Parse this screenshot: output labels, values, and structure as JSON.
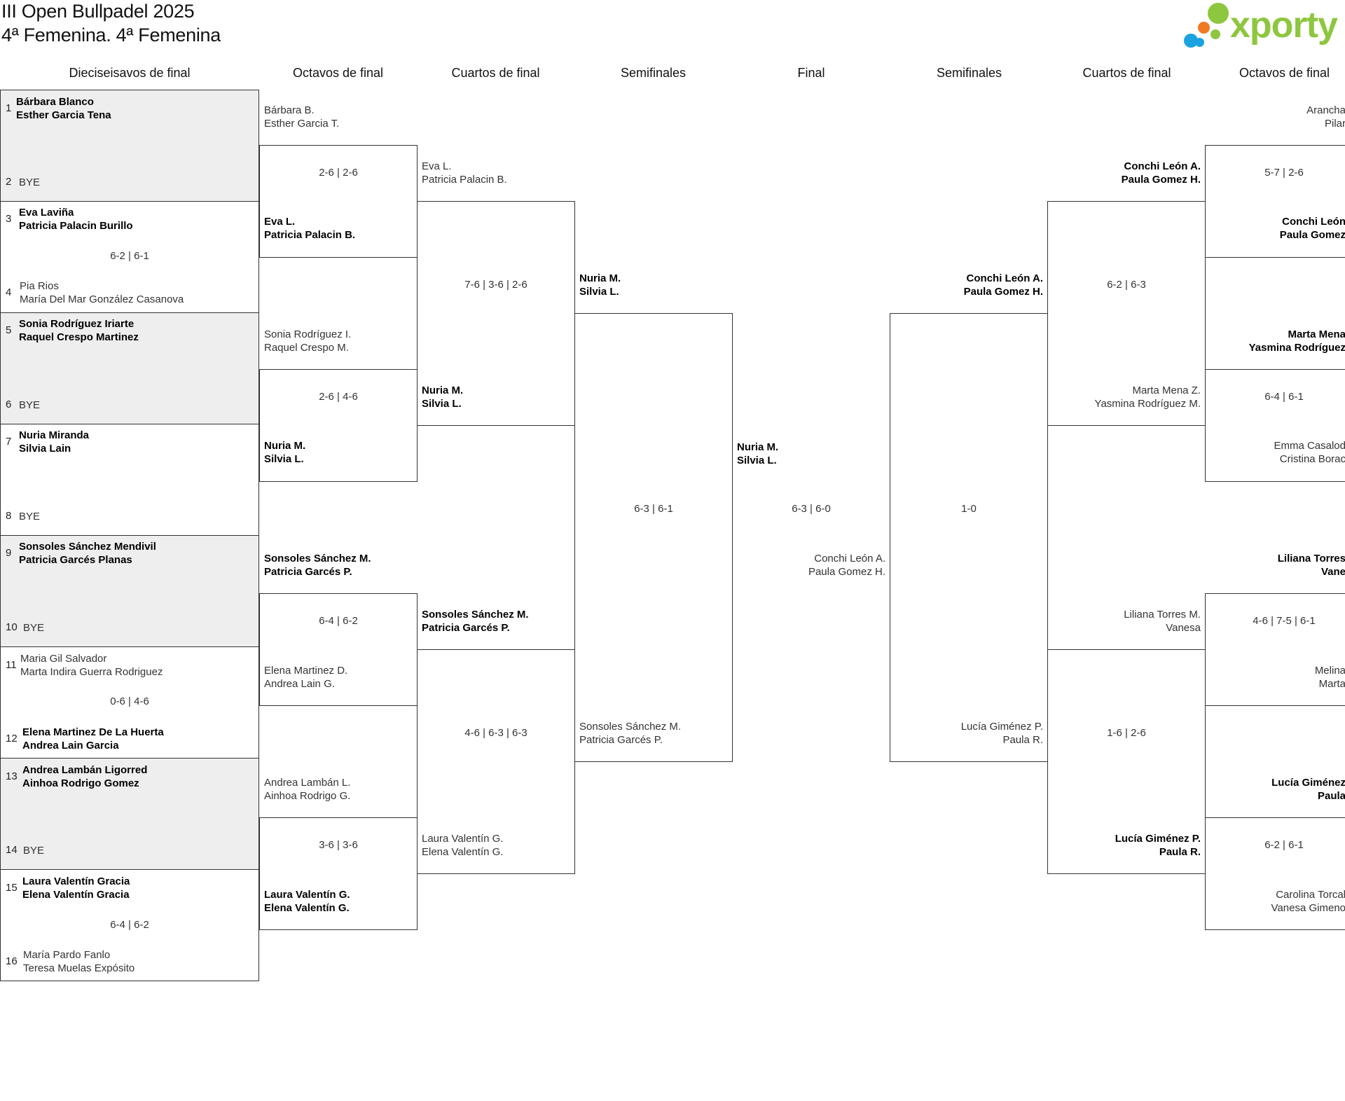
{
  "header": {
    "title": "III Open Bullpadel 2025",
    "subtitle": "4ª Femenina. 4ª Femenina",
    "logo_text": "xporty",
    "logo_colors": {
      "green": "#8dc63f",
      "blue": "#1aa3e0",
      "orange": "#f07a22"
    }
  },
  "rounds": {
    "r16": "Dieciseisavos de final",
    "r8": "Octavos de final",
    "qf": "Cuartos de final",
    "sf": "Semifinales",
    "final": "Final",
    "sf_r": "Semifinales",
    "qf_r": "Cuartos de final",
    "r8_r": "Octavos de final"
  },
  "first_round": [
    {
      "seed_a": "1",
      "a1": "Bárbara Blanco",
      "a2": "Esther Garcia Tena",
      "seed_b": "2",
      "b1": "BYE",
      "b2": "",
      "score": ""
    },
    {
      "seed_a": "3",
      "a1": "Eva Laviña",
      "a2": "Patricia Palacin Burillo",
      "seed_b": "4",
      "b1": "Pia Rios",
      "b2": "María Del Mar González Casanova",
      "score": "6-2 | 6-1"
    },
    {
      "seed_a": "5",
      "a1": "Sonia Rodríguez Iriarte",
      "a2": "Raquel Crespo Martinez",
      "seed_b": "6",
      "b1": "BYE",
      "b2": "",
      "score": ""
    },
    {
      "seed_a": "7",
      "a1": "Nuria Miranda",
      "a2": "Silvia Lain",
      "seed_b": "8",
      "b1": "BYE",
      "b2": "",
      "score": ""
    },
    {
      "seed_a": "9",
      "a1": "Sonsoles Sánchez Mendivil",
      "a2": "Patricia Garcés Planas",
      "seed_b": "10",
      "b1": "BYE",
      "b2": "",
      "score": ""
    },
    {
      "seed_a": "11",
      "a1": "Maria Gil Salvador",
      "a2": "Marta Indira Guerra Rodriguez",
      "seed_b": "12",
      "b1": "Elena Martinez De La Huerta",
      "b2": "Andrea Lain Garcia",
      "score": "0-6 | 4-6"
    },
    {
      "seed_a": "13",
      "a1": "Andrea Lambán Ligorred",
      "a2": "Ainhoa Rodrigo Gomez",
      "seed_b": "14",
      "b1": "BYE",
      "b2": "",
      "score": ""
    },
    {
      "seed_a": "15",
      "a1": "Laura Valentín Gracia",
      "a2": "Elena Valentín Gracia",
      "seed_b": "16",
      "b1": "María Pardo Fanlo",
      "b2": "Teresa Muelas Expósito",
      "score": "6-4 | 6-2"
    }
  ],
  "left_r8": [
    {
      "a1": "Bárbara B.",
      "a2": "Esther Garcia T.",
      "b1": "Eva L.",
      "b2": "Patricia Palacin B.",
      "score": "2-6 | 2-6"
    },
    {
      "a1": "Sonia Rodríguez I.",
      "a2": "Raquel Crespo M.",
      "b1": "Nuria M.",
      "b2": "Silvia L.",
      "score": "2-6 | 4-6"
    },
    {
      "a1": "Sonsoles Sánchez M.",
      "a2": "Patricia Garcés P.",
      "b1": "Elena Martinez D.",
      "b2": "Andrea Lain G.",
      "score": "6-4 | 6-2"
    },
    {
      "a1": "Andrea Lambán L.",
      "a2": "Ainhoa Rodrigo G.",
      "b1": "Laura Valentín G.",
      "b2": "Elena Valentín G.",
      "score": "3-6 | 3-6"
    }
  ],
  "left_qf": [
    {
      "a1": "Eva L.",
      "a2": "Patricia Palacin B.",
      "b1": "Nuria M.",
      "b2": "Silvia L.",
      "score": "7-6 | 3-6 | 2-6"
    },
    {
      "a1": "Sonsoles Sánchez M.",
      "a2": "Patricia Garcés P.",
      "b1": "Laura Valentín G.",
      "b2": "Elena Valentín G.",
      "score": "4-6 | 6-3 | 6-3"
    }
  ],
  "left_sf": {
    "a1": "Nuria M.",
    "a2": "Silvia L.",
    "b1": "Sonsoles Sánchez M.",
    "b2": "Patricia Garcés P.",
    "score": "6-3 | 6-1"
  },
  "final": {
    "a1": "Nuria M.",
    "a2": "Silvia L.",
    "b1": "Conchi León A.",
    "b2": "Paula Gomez H.",
    "score": "6-3 | 6-0"
  },
  "right_sf": {
    "a1": "Conchi León A.",
    "a2": "Paula Gomez H.",
    "b1": "Lucía Giménez P.",
    "b2": "Paula R.",
    "score": "1-0"
  },
  "right_qf": [
    {
      "a1": "Conchi León A.",
      "a2": "Paula Gomez H.",
      "b1": "Marta Mena Z.",
      "b2": "Yasmina Rodríguez M.",
      "score": "6-2 | 6-3"
    },
    {
      "a1": "Liliana Torres M.",
      "a2": "Vanesa",
      "b1": "Lucía Giménez P.",
      "b2": "Paula R.",
      "score": "1-6 | 2-6"
    }
  ],
  "right_r8": [
    {
      "a1": "Arancha",
      "a2": "Pilar",
      "b1": "Conchi León",
      "b2": "Paula Gomez",
      "score": "5-7 | 2-6"
    },
    {
      "a1": "Marta Mena",
      "a2": "Yasmina Rodríguez",
      "b1": "Emma Casalod",
      "b2": "Cristina Borac",
      "score": "6-4 | 6-1"
    },
    {
      "a1": "Liliana Torres",
      "a2": "Vane",
      "b1": "Melina",
      "b2": "Marta",
      "score": "4-6 | 7-5 | 6-1"
    },
    {
      "a1": "Lucía Giménez",
      "a2": "Paula",
      "b1": "Carolina Torcal",
      "b2": "Vanesa Gimeno",
      "score": "6-2 | 6-1"
    }
  ]
}
